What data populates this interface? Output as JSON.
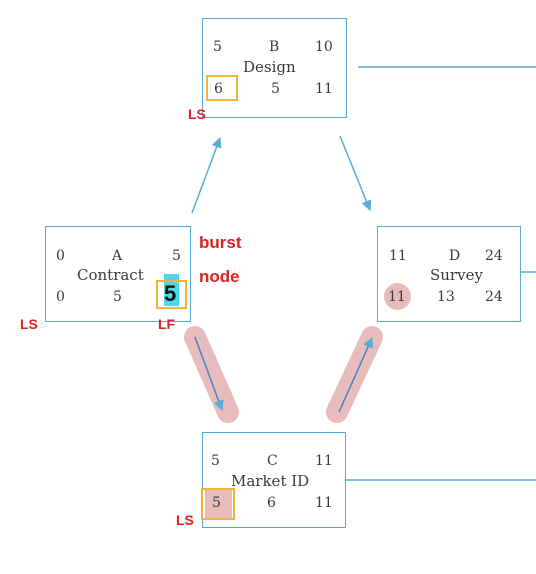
{
  "nodes": {
    "b": {
      "es": "5",
      "id": "B",
      "ef": "10",
      "name": "Design",
      "ls": "6",
      "dur": "5",
      "lf": "11"
    },
    "a": {
      "es": "0",
      "id": "A",
      "ef": "5",
      "name": "Contract",
      "ls": "0",
      "dur": "5",
      "lf": "5"
    },
    "d": {
      "es": "11",
      "id": "D",
      "ef": "24",
      "name": "Survey",
      "ls": "11",
      "dur": "13",
      "lf": "24"
    },
    "c": {
      "es": "5",
      "id": "C",
      "ef": "11",
      "name": "Market ID",
      "ls": "5",
      "dur": "6",
      "lf": "11"
    }
  },
  "annotations": {
    "ls_b": "LS",
    "ls_a": "LS",
    "lf_a": "LF",
    "ls_c": "LS",
    "burst_line1": "burst",
    "burst_line2": "node"
  },
  "colors": {
    "node_border": "#5aa9d6",
    "arrow": "#5aa9d6",
    "annotation": "#e02020",
    "highlight_box": "#f2b33d",
    "highlight_fill": "#e8bcbc",
    "badge_fill": "#4fd6e8"
  }
}
